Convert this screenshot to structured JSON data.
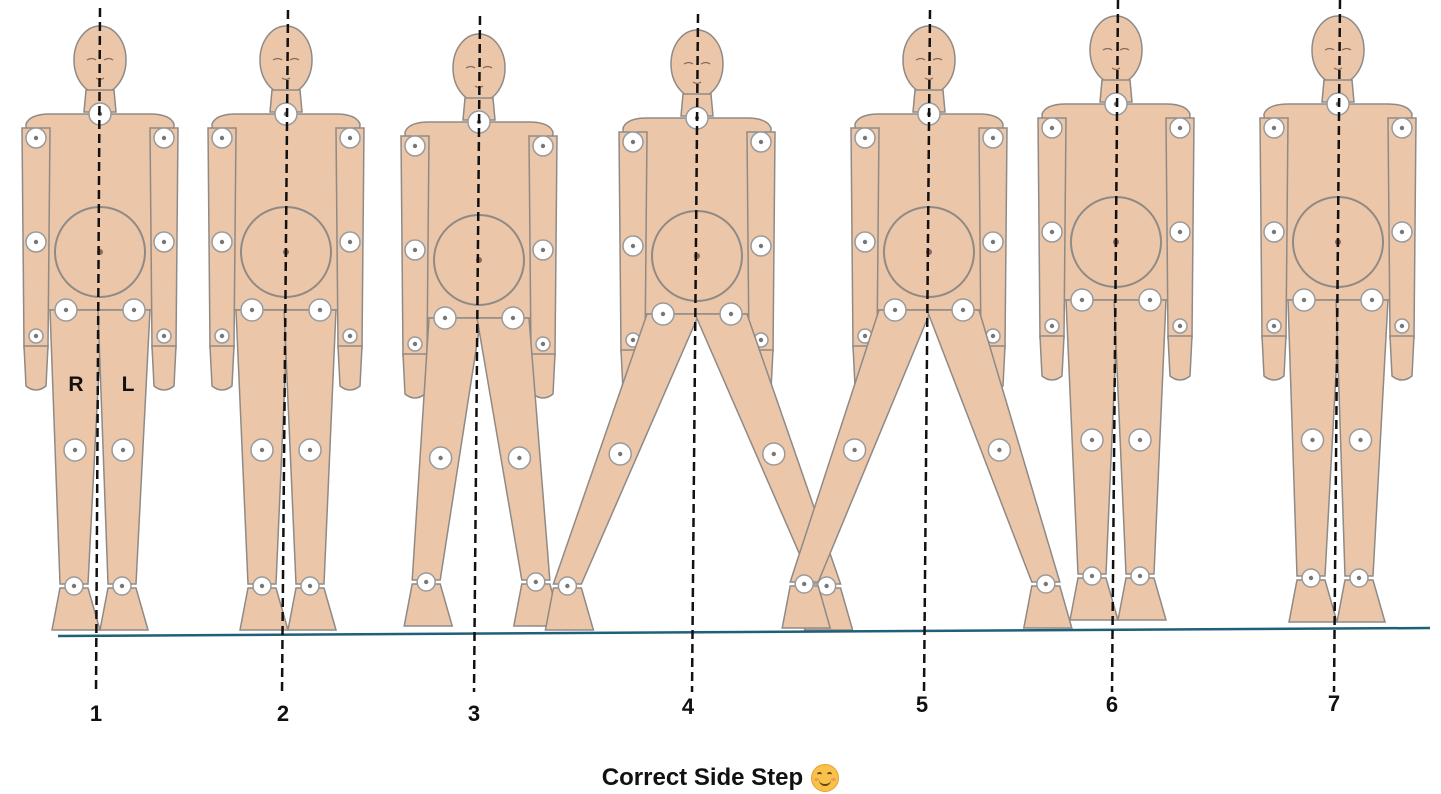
{
  "figures": [
    {
      "number": "1",
      "stance": 0,
      "lean": -2
    },
    {
      "number": "2",
      "stance": 0,
      "lean": 0
    },
    {
      "number": "3",
      "stance": 14,
      "lean": 2
    },
    {
      "number": "4",
      "stance": 48,
      "lean": 0
    },
    {
      "number": "5",
      "stance": 44,
      "lean": -4
    },
    {
      "number": "6",
      "stance": 0,
      "lean": 0
    },
    {
      "number": "7",
      "stance": 0,
      "lean": -3
    }
  ],
  "side_labels": {
    "right": "R",
    "left": "L"
  },
  "caption": "Correct Side Step",
  "caption_emoji": "smiling-face-emoji",
  "colors": {
    "skin": "#ebc6a8",
    "outline": "#8f8a86",
    "ground_line": "#1f5f7a",
    "center_line": "#111111",
    "joint_fill": "#ffffff",
    "joint_ring": "#9a9a9a"
  }
}
